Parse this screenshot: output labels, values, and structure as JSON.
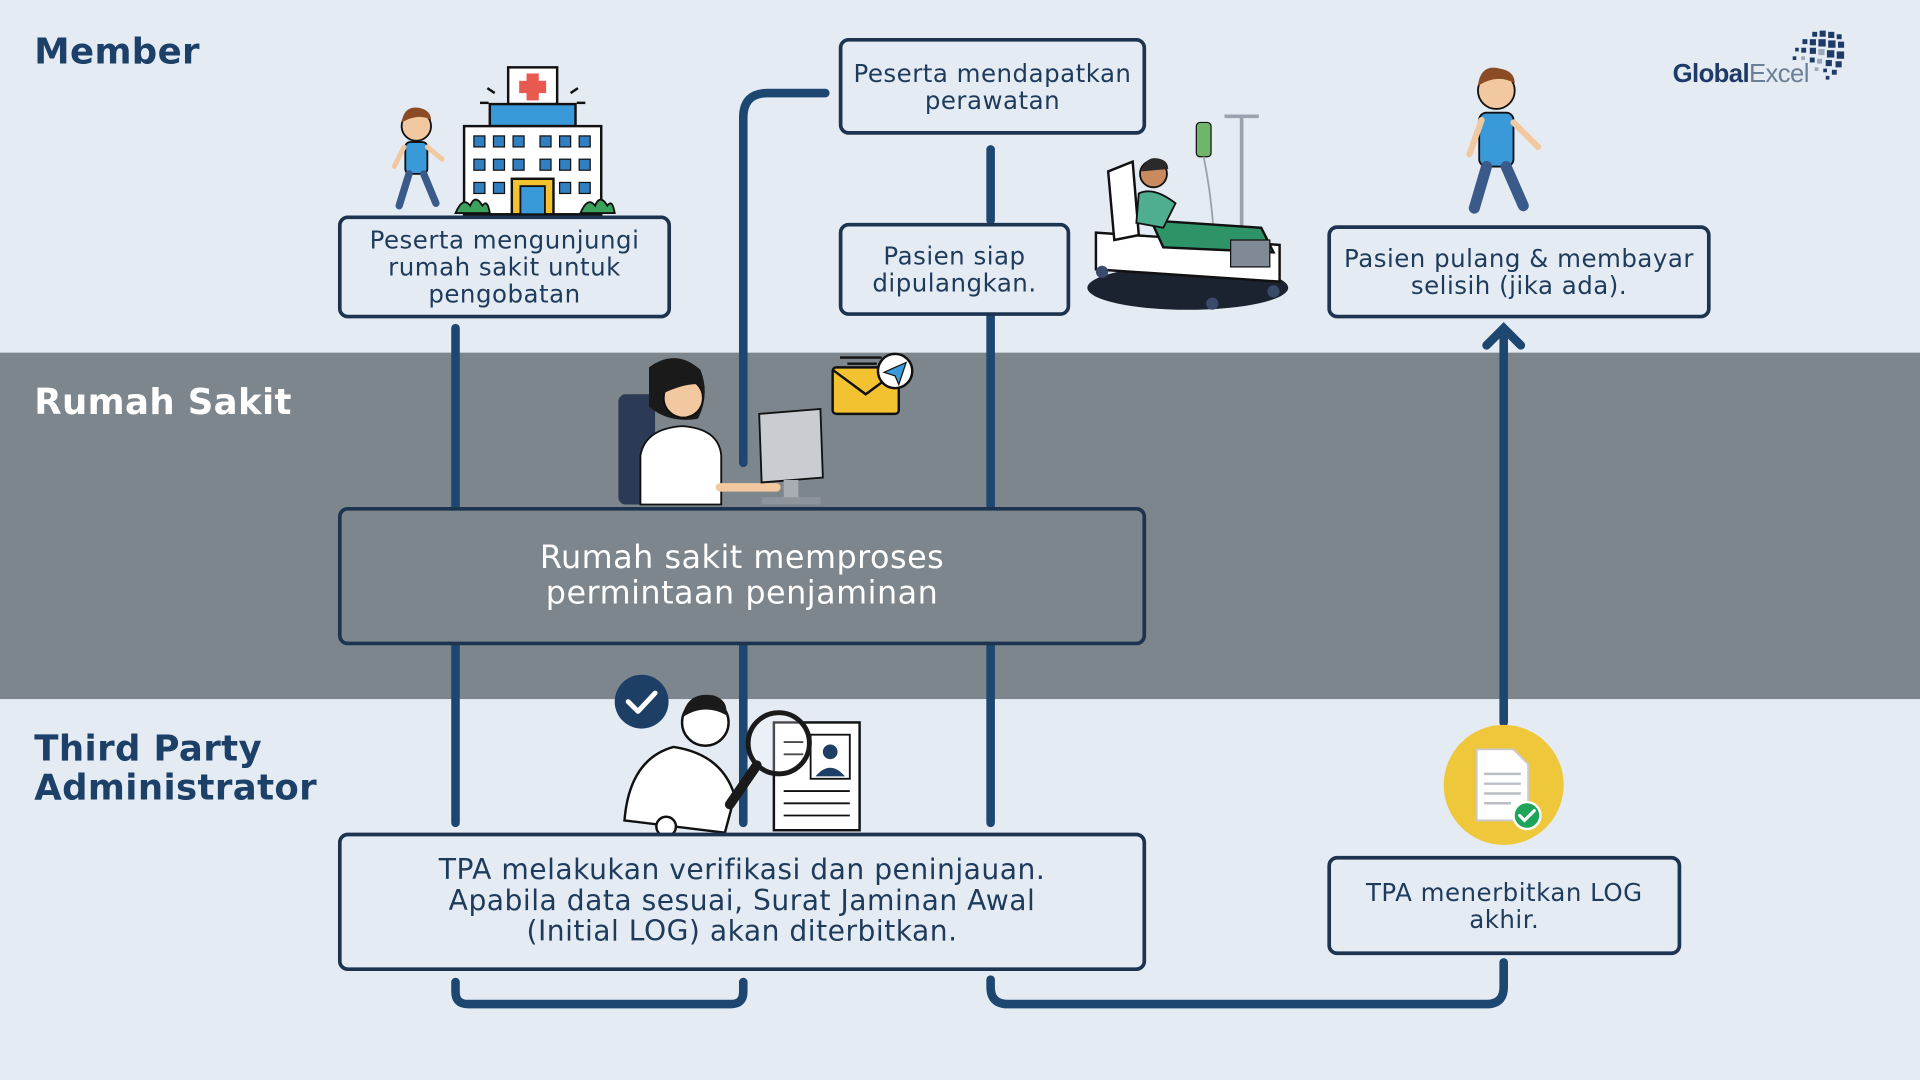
{
  "lanes": {
    "member": "Member",
    "rumah_sakit": "Rumah Sakit",
    "tpa": "Third Party\nAdministrator"
  },
  "logo": {
    "global": "Global",
    "excel": "Excel"
  },
  "steps": {
    "visit": "Peserta mengunjungi\nrumah sakit untuk\npengobatan",
    "care": "Peserta mendapatkan\nperawatan",
    "ready": "Pasien siap\ndipulangkan.",
    "discharge": "Pasien pulang & membayar\nselisih (jika ada).",
    "process": "Rumah sakit memproses\npermintaan penjaminan",
    "verify": "TPA melakukan verifikasi dan peninjauan.\nApabila data sesuai, Surat Jaminan Awal\n(Initial LOG) akan diterbitkan.",
    "final_log": "TPA menerbitkan LOG\nakhir."
  },
  "colors": {
    "lane_light": "#e4ebf3",
    "lane_dark": "#7c868c",
    "connector": "#1d4670",
    "box_border": "#1d3450",
    "title": "#1c4068"
  },
  "icons": [
    "hospital-building-icon",
    "walking-child-icon",
    "patient-bed-icon",
    "doctor-computer-icon",
    "email-send-icon",
    "reviewer-magnifier-icon",
    "document-check-icon",
    "globe-dots-icon"
  ]
}
